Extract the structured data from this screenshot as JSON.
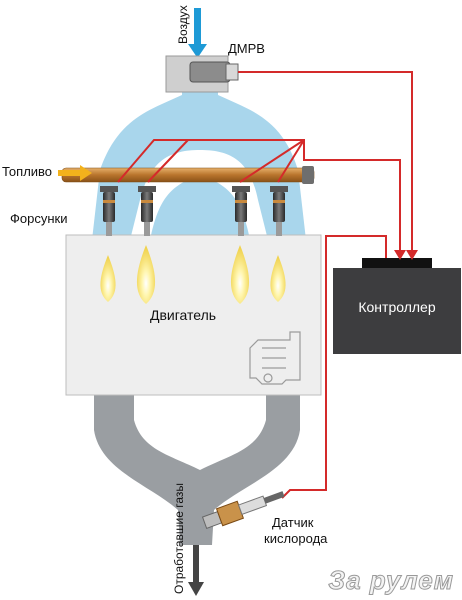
{
  "labels": {
    "air": "Воздух",
    "mass_air_flow_sensor": "ДМРВ",
    "fuel": "Топливо",
    "injectors": "Форсунки",
    "engine": "Двигатель",
    "controller": "Контроллер",
    "exhaust": "Отработавшие газы",
    "oxygen_sensor_line1": "Датчик",
    "oxygen_sensor_line2": "кислорода"
  },
  "logo": "За рулем",
  "colors": {
    "air_flow": "#a9d6ec",
    "exhaust_flow": "#9a9ea2",
    "engine_block": "#eeeeee",
    "controller": "#3d3d3f",
    "signal_wire": "#d42a2a",
    "fuel_rail": "#c98a3e",
    "fuel_arrow": "#f3b21c",
    "air_arrow": "#1e9ad6",
    "flame": "#f6e27a"
  }
}
